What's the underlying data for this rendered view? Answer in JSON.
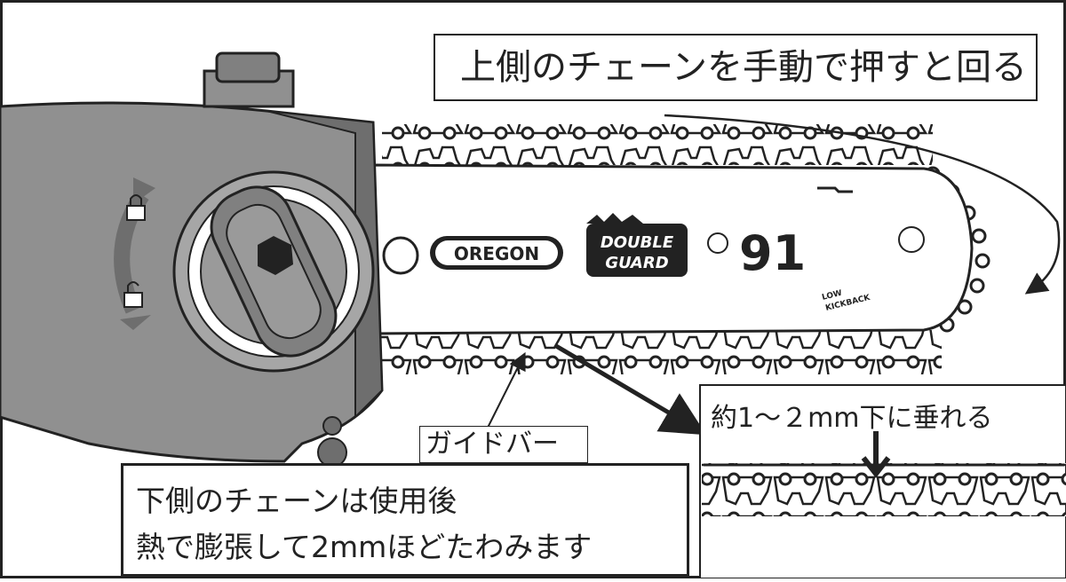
{
  "labels": {
    "top": "上側のチェーンを手動で押すと回る",
    "guide_bar": "ガイドバー",
    "bottom_line1": "下側のチェーンは使用後",
    "bottom_line2": "熱で膨張して2mmほどたわみます",
    "inset": "約1～２mm下に垂れる"
  },
  "bar": {
    "brand": "OREGON",
    "product_line1": "DOUBLE",
    "product_line2": "GUARD",
    "model": "91",
    "note_line1": "LOW",
    "note_line2": "KICKBACK"
  },
  "colors": {
    "housing": "#909090",
    "housing_dark": "#6e6e6e",
    "outline": "#222222",
    "bar": "#ffffff"
  }
}
